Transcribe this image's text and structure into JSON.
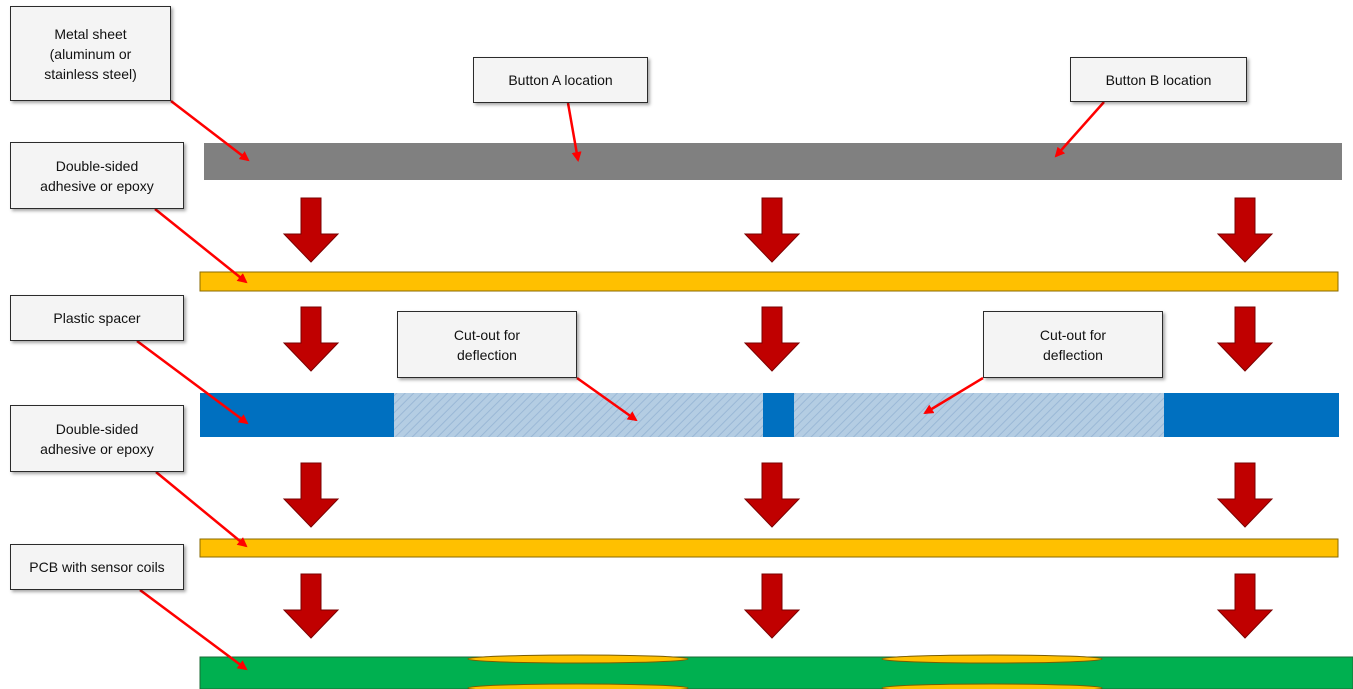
{
  "labels": {
    "metal_sheet": "Metal sheet\n(aluminum or\nstainless steel)",
    "button_a": "Button A location",
    "button_b": "Button B location",
    "adhesive_top": "Double-sided\nadhesive or epoxy",
    "plastic_spacer": "Plastic spacer",
    "cutout_a": "Cut-out for\ndeflection",
    "cutout_b": "Cut-out for\ndeflection",
    "adhesive_bottom": "Double-sided\nadhesive or epoxy",
    "pcb": "PCB with sensor coils"
  },
  "colors": {
    "metal": "#808080",
    "adhesive": "#ffc000",
    "spacer": "#0070c0",
    "cutout": "#b4cde3",
    "pcb": "#00b050",
    "coil": "#ffc000",
    "down_arrow": "#c00000",
    "pointer_arrow": "#ff0000"
  }
}
